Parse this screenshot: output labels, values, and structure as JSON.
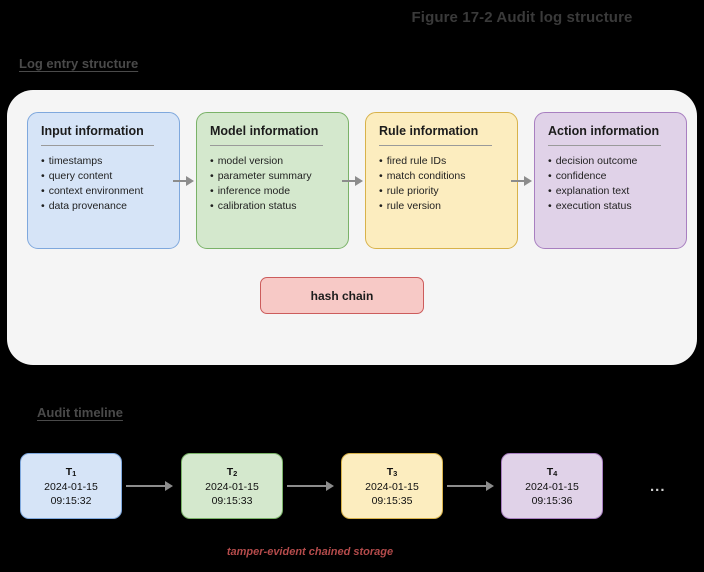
{
  "figure": {
    "title": "Figure 17-2 Audit log structure"
  },
  "sections": {
    "log_entry_heading": "Log entry structure",
    "timeline_heading": "Audit timeline"
  },
  "log_entry": {
    "cards": [
      {
        "title": "Input information",
        "items": [
          "timestamps",
          "query content",
          "context environment",
          "data provenance"
        ],
        "color": "#d6e4f7",
        "border": "#7fa8dd"
      },
      {
        "title": "Model information",
        "items": [
          "model version",
          "parameter summary",
          "inference mode",
          "calibration status"
        ],
        "color": "#d4e8cd",
        "border": "#7ab268"
      },
      {
        "title": "Rule information",
        "items": [
          "fired rule IDs",
          "match conditions",
          "rule priority",
          "rule version"
        ],
        "color": "#fcedbf",
        "border": "#d8b24a"
      },
      {
        "title": "Action information",
        "items": [
          "decision outcome",
          "confidence",
          "explanation text",
          "execution status"
        ],
        "color": "#e0d2e8",
        "border": "#a87fc0"
      }
    ],
    "hash_chain_label": "hash chain",
    "hash_chain_color": "#f7c9c6",
    "hash_chain_border": "#cc5c5c"
  },
  "timeline": {
    "nodes": [
      {
        "label": "T",
        "index": "1",
        "date": "2024-01-15",
        "time": "09:15:32",
        "color": "#d6e4f7",
        "border": "#7fa8dd"
      },
      {
        "label": "T",
        "index": "2",
        "date": "2024-01-15",
        "time": "09:15:33",
        "color": "#d4e8cd",
        "border": "#7ab268"
      },
      {
        "label": "T",
        "index": "3",
        "date": "2024-01-15",
        "time": "09:15:35",
        "color": "#fcedbf",
        "border": "#d8b24a"
      },
      {
        "label": "T",
        "index": "4",
        "date": "2024-01-15",
        "time": "09:15:36",
        "color": "#e0d2e8",
        "border": "#a87fc0"
      }
    ],
    "continuation": "...",
    "footer_note": "tamper-evident chained storage",
    "footer_color": "#b44b4b"
  }
}
